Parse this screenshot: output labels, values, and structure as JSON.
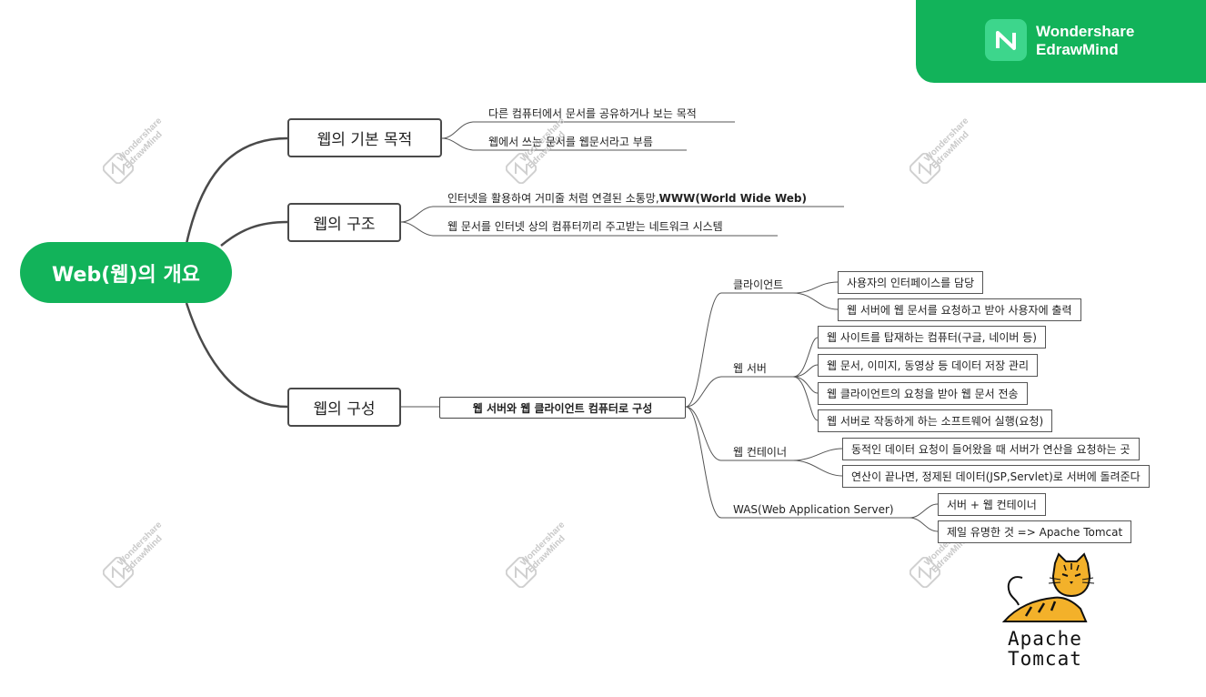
{
  "root": {
    "title": "Web(웹)의 개요"
  },
  "brand": {
    "line1": "Wondershare",
    "line2": "EdrawMind"
  },
  "watermark": {
    "line1": "Wondershare",
    "line2": "EdrawMind"
  },
  "branches": {
    "purpose": {
      "label": "웹의 기본 목적",
      "items": [
        "다른 컴퓨터에서 문서를 공유하거나 보는 목적",
        "웹에서 쓰는 문서를 웹문서라고 부름"
      ]
    },
    "structure": {
      "label": "웹의 구조",
      "item1_prefix": "인터넷을 활용하여 거미줄 처럼 연결된 소통망,",
      "item1_bold": "WWW(World Wide Web)",
      "item2": "웹 문서를 인터넷 상의 컴퓨터끼리 주고받는 네트워크 시스템"
    },
    "composition": {
      "label": "웹의 구성",
      "summary": "웹 서버와 웹 클라이언트 컴퓨터로 구성",
      "client": {
        "label": "클라이언트",
        "items": [
          "사용자의 인터페이스를 담당",
          "웹 서버에 웹 문서를 요청하고 받아 사용자에 출력"
        ]
      },
      "server": {
        "label": "웹 서버",
        "items": [
          "웹 사이트를 탑재하는 컴퓨터(구글, 네이버 등)",
          "웹 문서, 이미지, 동영상 등 데이터 저장 관리",
          "웹 클라이언트의 요청을 받아 웹 문서 전송",
          "웹 서버로 작동하게 하는 소프트웨어 실행(요청)"
        ]
      },
      "container": {
        "label": "웹 컨테이너",
        "items": [
          "동적인 데이터 요청이 들어왔을 때 서버가 연산을 요청하는 곳",
          "연산이 끝나면, 정제된 데이터(JSP,Servlet)로 서버에 돌려준다"
        ]
      },
      "was": {
        "label": "WAS(Web Application Server)",
        "items": [
          "서버 + 웹 컨테이너",
          "제일 유명한 것 => Apache Tomcat"
        ]
      }
    }
  },
  "tomcat_logo": {
    "line1": "Apache",
    "line2": "Tomcat"
  },
  "colors": {
    "brand_green": "#12b35a",
    "line": "#4a4a4a",
    "logo_green": "#3dd68c",
    "cat_orange": "#f3b12a"
  }
}
